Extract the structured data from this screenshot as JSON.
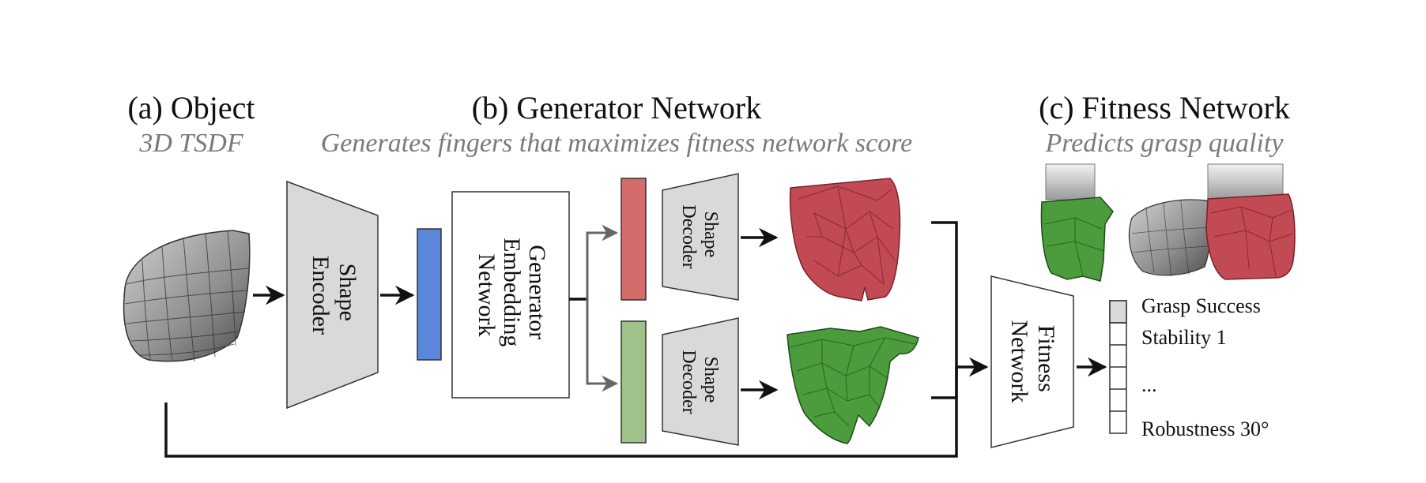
{
  "sections": {
    "object": {
      "title": "(a) Object",
      "subtitle": "3D TSDF"
    },
    "generator": {
      "title": "(b) Generator Network",
      "subtitle": "Generates fingers that maximizes fitness network score"
    },
    "fitness": {
      "title": "(c) Fitness Network",
      "subtitle": "Predicts grasp quality"
    }
  },
  "blocks": {
    "shape_encoder": [
      "Shape",
      "Encoder"
    ],
    "generator_embedding": [
      "Generator",
      "Embedding",
      "Network"
    ],
    "shape_decoder_top": [
      "Shape",
      "Decoder"
    ],
    "shape_decoder_bottom": [
      "Shape",
      "Decoder"
    ],
    "fitness_network": [
      "Fitness",
      "Network"
    ]
  },
  "outputs": [
    "Grasp Success",
    "Stability 1",
    "...",
    "Robustness 30°"
  ],
  "colors": {
    "latent": "#5b86d9",
    "finger_red": "#d36b6b",
    "finger_green": "#9fc28a",
    "block_fill": "#d9d9d9",
    "mesh_red": "#c24a55",
    "mesh_green": "#4c9c3e",
    "object_gray": "#8a8a8a"
  }
}
